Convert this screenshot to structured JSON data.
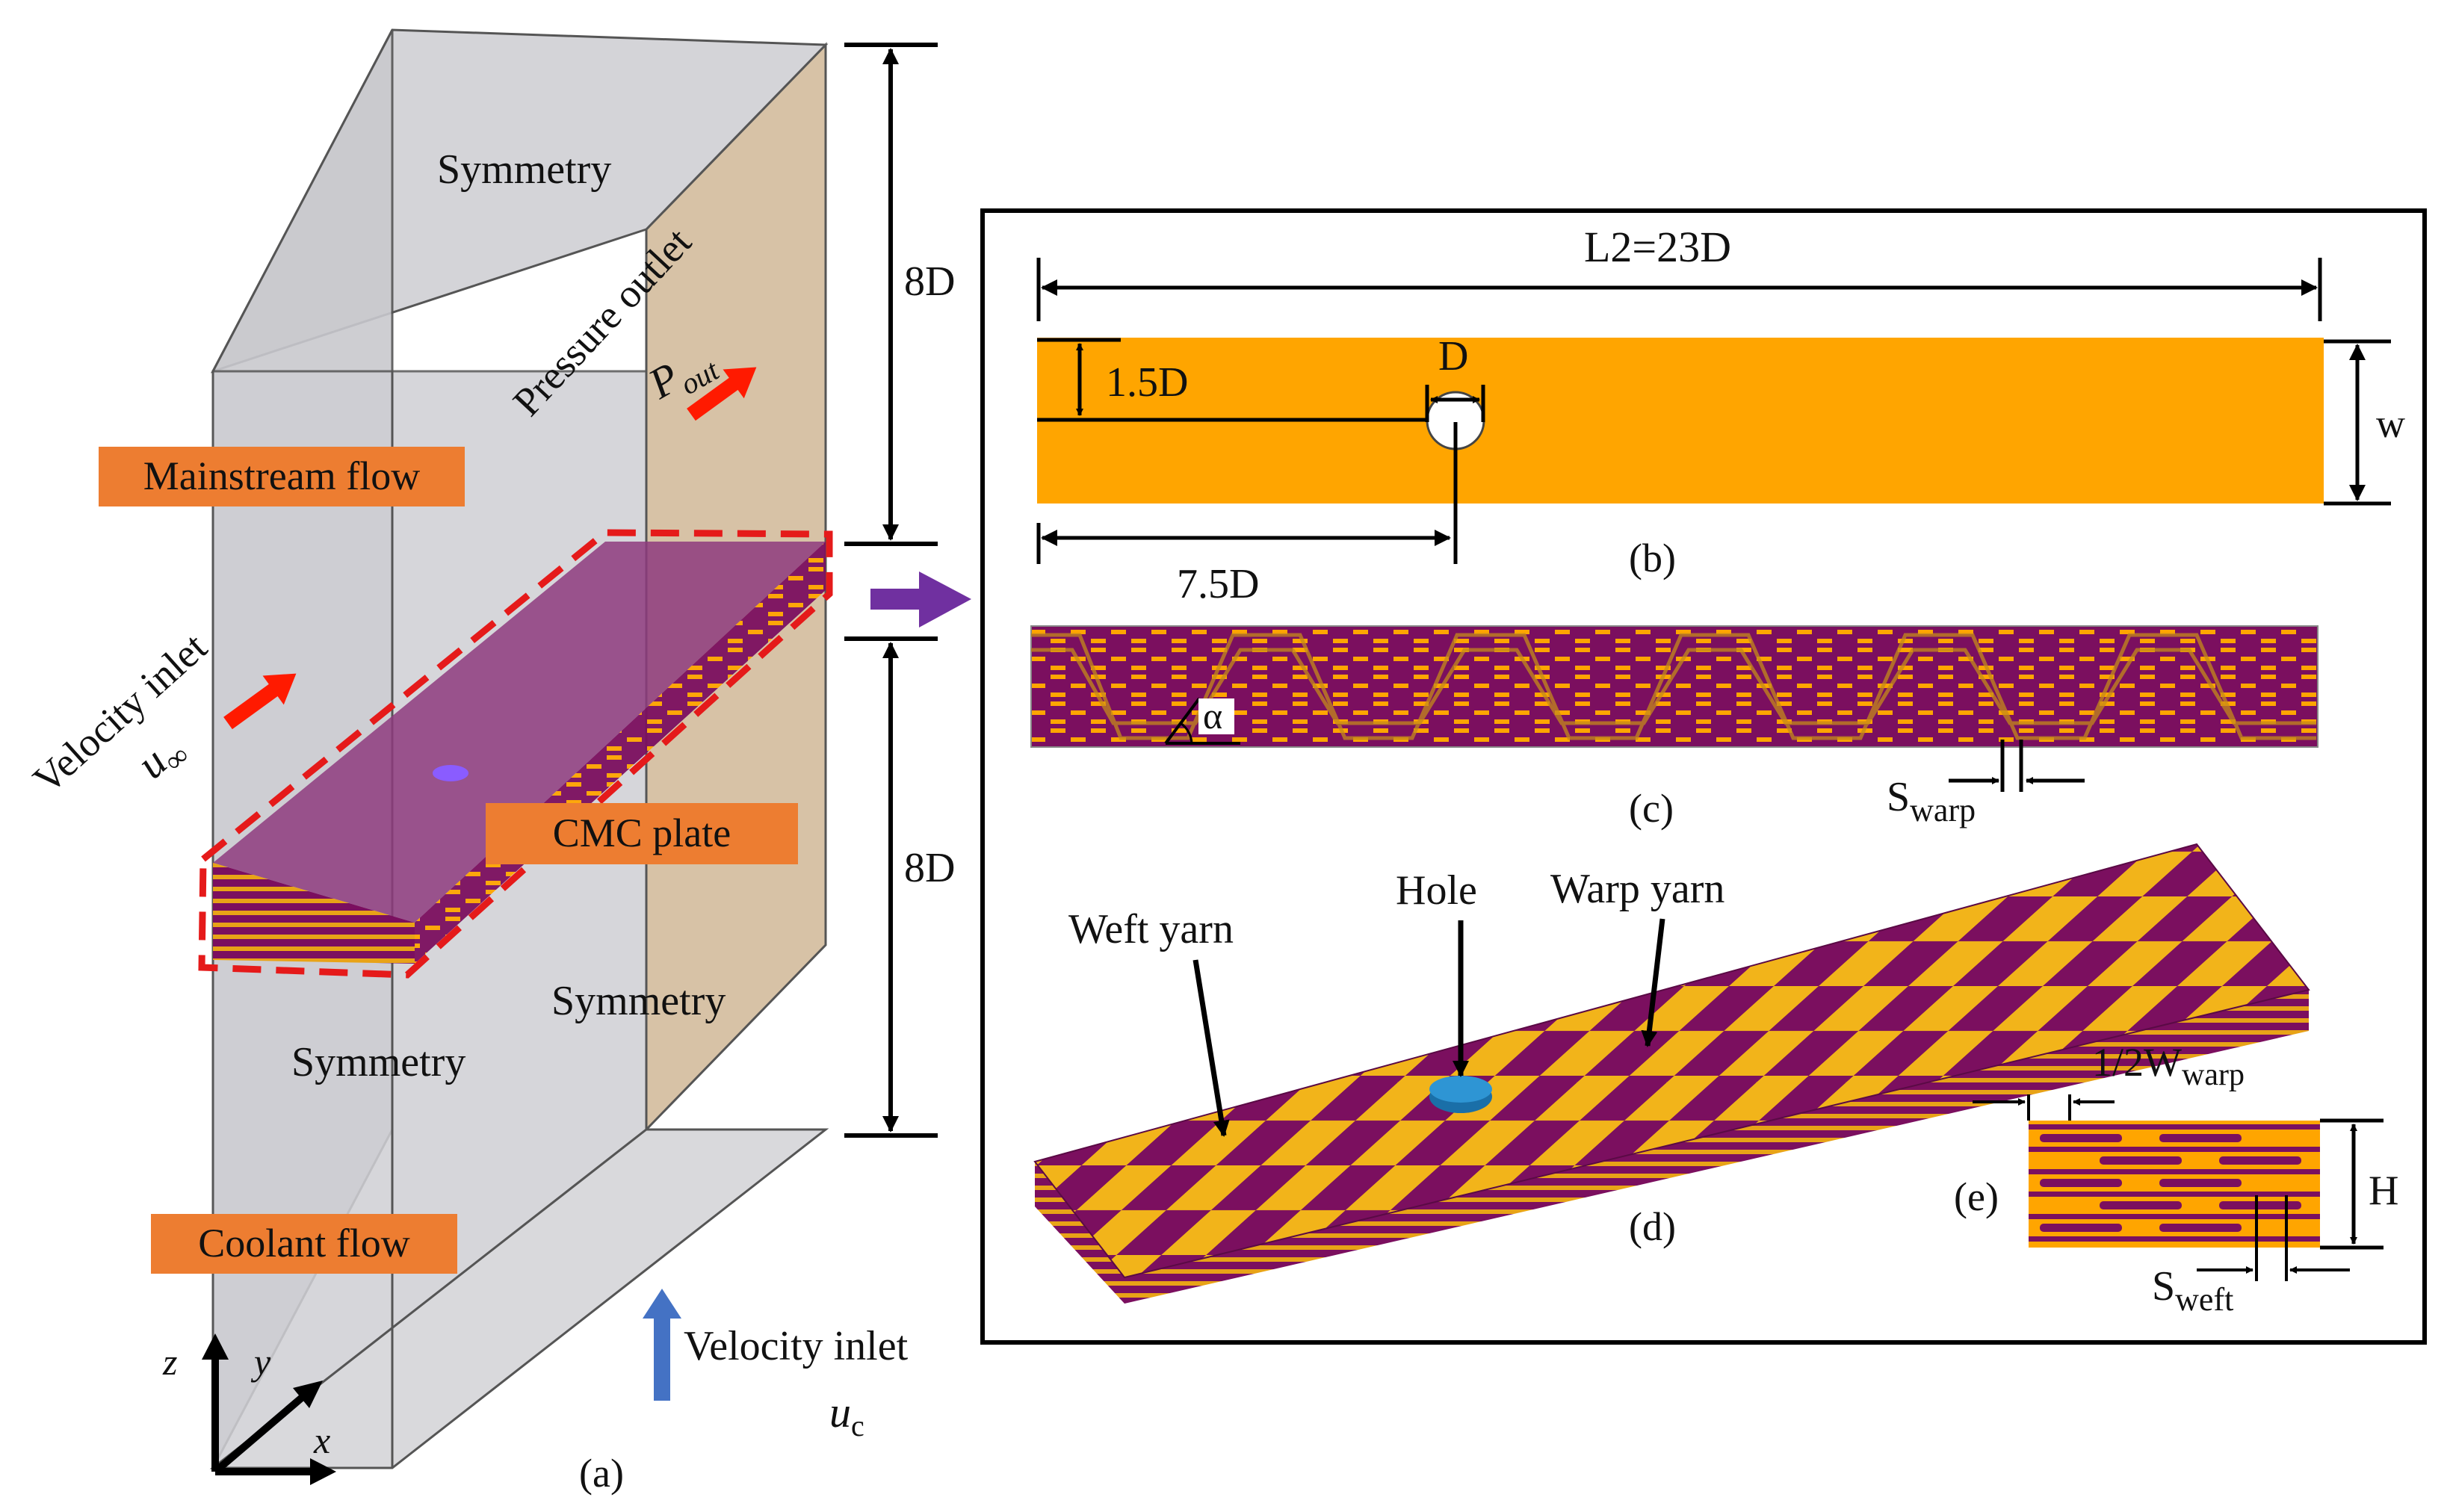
{
  "panel_a": {
    "caption": "(a)",
    "top_face": "Symmetry",
    "outlet_face": "Pressure outlet",
    "outlet_symbol": "P",
    "outlet_subscript": "out",
    "mainstream_box": "Mainstream flow",
    "velocity_inlet_main": "Velocity inlet",
    "u_inf_symbol": "u",
    "u_inf_subscript": "∞",
    "cmc_box": "CMC plate",
    "symmetry_front": "Symmetry",
    "symmetry_back": "Symmetry",
    "coolant_box": "Coolant flow",
    "coolant_inlet": "Velocity inlet",
    "uc_symbol": "u",
    "uc_subscript": "c",
    "dim_top": "8D",
    "dim_bottom": "8D",
    "axis_x": "x",
    "axis_y": "y",
    "axis_z": "z"
  },
  "panel_b": {
    "caption": "(b)",
    "length": "L2=23D",
    "hole_offset": "1.5D",
    "hole_diameter": "D",
    "hole_distance": "7.5D",
    "width": "w"
  },
  "panel_c": {
    "caption": "(c)",
    "angle": "α",
    "spacing_symbol": "S",
    "spacing_subscript": "warp"
  },
  "panel_d": {
    "caption": "(d)",
    "weft_label": "Weft yarn",
    "hole_label": "Hole",
    "warp_label": "Warp yarn"
  },
  "panel_e": {
    "caption": "(e)",
    "width_label_prefix": "1/2W",
    "width_label_subscript": "warp",
    "height": "H",
    "spacing_symbol": "S",
    "spacing_subscript": "weft"
  },
  "colors": {
    "yarn_orange": "#FFA500",
    "yarn_purple": "#7B0F5F",
    "flow_arrow": "#FF1A00",
    "coolant_arrow": "#4472C4",
    "label_box": "#ED7D31",
    "connector_arrow": "#7030A0",
    "domain_face": "#D5D5D8",
    "outlet_face": "#D7C2A6"
  }
}
